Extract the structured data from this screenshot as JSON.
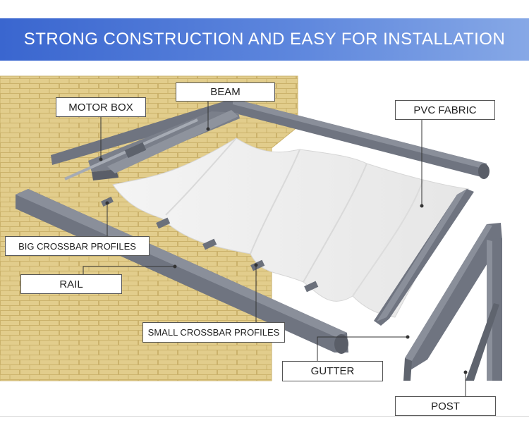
{
  "banner": {
    "title": "STRONG CONSTRUCTION AND EASY FOR INSTALLATION"
  },
  "labels": {
    "motor_box": "MOTOR BOX",
    "beam": "BEAM",
    "pvc_fabric": "PVC FABRIC",
    "big_crossbar": "BIG CROSSBAR PROFILES",
    "rail": "RAIL",
    "small_crossbar": "SMALL CROSSBAR PROFILES",
    "gutter": "GUTTER",
    "post": "POST"
  },
  "colors": {
    "banner_start": "#3a66cf",
    "banner_end": "#86a8e6",
    "wall": "#e1cc8a",
    "profile": "#6f7480",
    "fabric": "#efefef"
  }
}
